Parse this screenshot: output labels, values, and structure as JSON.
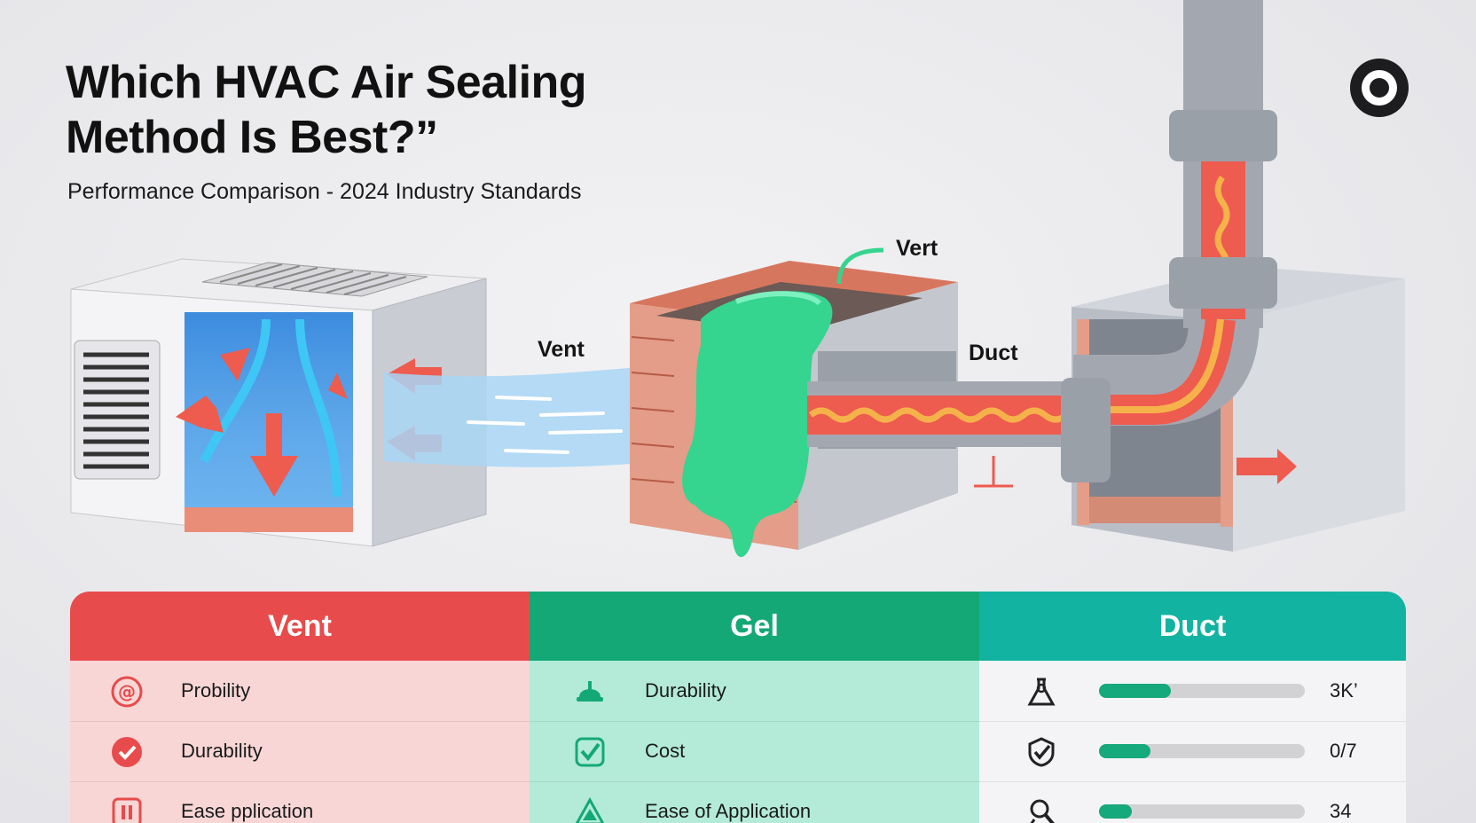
{
  "title_line1": "Which HVAC Air Sealing",
  "title_line2": "Method Is Best?”",
  "subtitle": "Performance Comparison - 2024 Industry Standards",
  "scene_labels": {
    "vent_left": "Vent",
    "vent_top": "Vert",
    "duct": "Duct"
  },
  "colors": {
    "vent": "#e84b4b",
    "gel": "#14a877",
    "duct": "#12b3a1"
  },
  "table": {
    "headers": [
      "Vent",
      "Gel",
      "Duct"
    ],
    "vent_rows": [
      {
        "icon": "at-sign-icon",
        "label": "Probility"
      },
      {
        "icon": "check-circle-icon",
        "label": "Durability"
      },
      {
        "icon": "pause-square-icon",
        "label": "Ease pplication"
      }
    ],
    "gel_rows": [
      {
        "icon": "hard-hat-icon",
        "label": "Durability"
      },
      {
        "icon": "check-shield-icon",
        "label": "Cost"
      },
      {
        "icon": "triangle-warning-icon",
        "label": "Ease of Application"
      }
    ],
    "duct_rows": [
      {
        "icon": "flask-icon",
        "value": "3K’",
        "level": 0.35
      },
      {
        "icon": "check-badge-icon",
        "value": "0/7",
        "level": 0.25
      },
      {
        "icon": "wrench-icon",
        "value": "34",
        "level": 0.16
      }
    ]
  }
}
